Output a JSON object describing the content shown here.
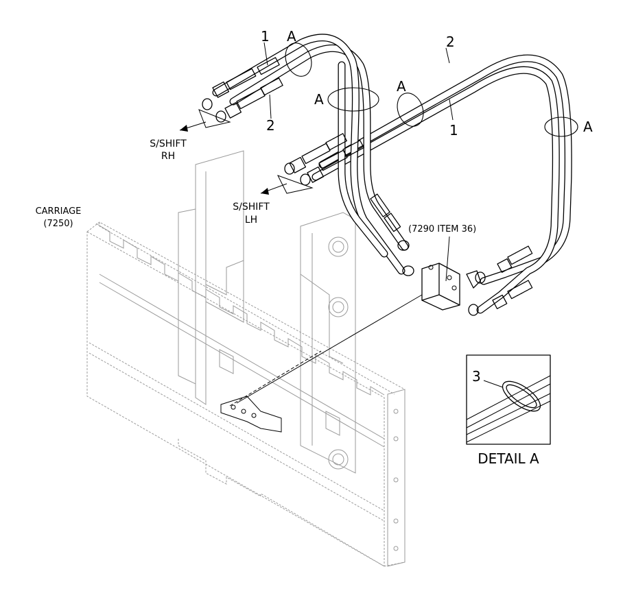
{
  "labels": {
    "item_1_top": "1",
    "item_1_right": "1",
    "item_2_lower": "2",
    "item_2_top": "2",
    "item_3": "3",
    "detail_ref_1": "A",
    "detail_ref_2": "A",
    "detail_ref_3": "A",
    "detail_ref_4": "A",
    "sshift_rh_line1": "S/SHIFT",
    "sshift_rh_line2": "RH",
    "sshift_lh_line1": "S/SHIFT",
    "sshift_lh_line2": "LH",
    "carriage_line1": "CARRIAGE",
    "carriage_line2": "(7250)",
    "valve_ref": "(7290 ITEM 36)",
    "detail_title": "DETAIL A"
  }
}
